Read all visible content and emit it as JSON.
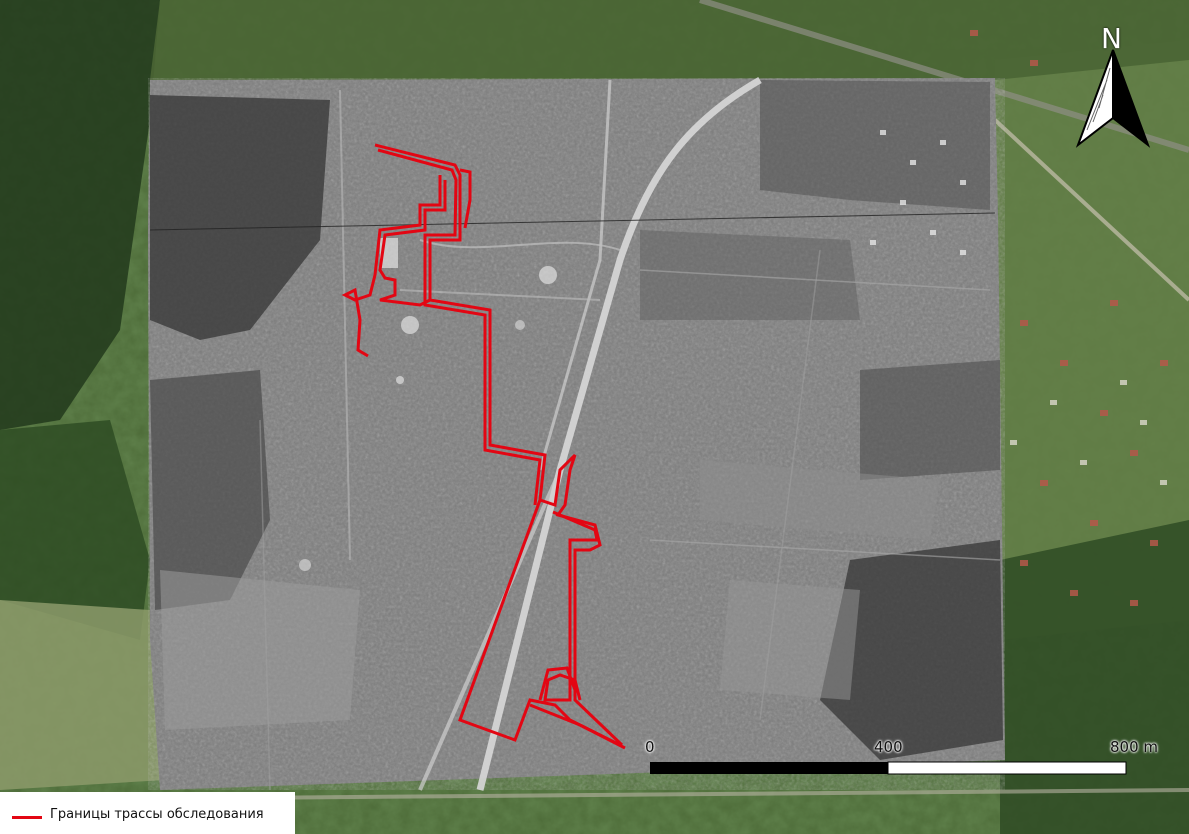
{
  "map": {
    "north_arrow": {
      "letter": "N",
      "icon": "north-arrow-icon"
    },
    "scale_bar": {
      "labels": [
        "0",
        "400",
        "800 m"
      ]
    },
    "legend": {
      "items": [
        {
          "label": "Границы трассы обследования",
          "color": "#e30613"
        }
      ]
    },
    "colors": {
      "route": "#e30613",
      "satellite_forest": "#2f4a24",
      "satellite_field": "#6f8a55",
      "historic_photo_base": "#7a7a7a"
    }
  }
}
